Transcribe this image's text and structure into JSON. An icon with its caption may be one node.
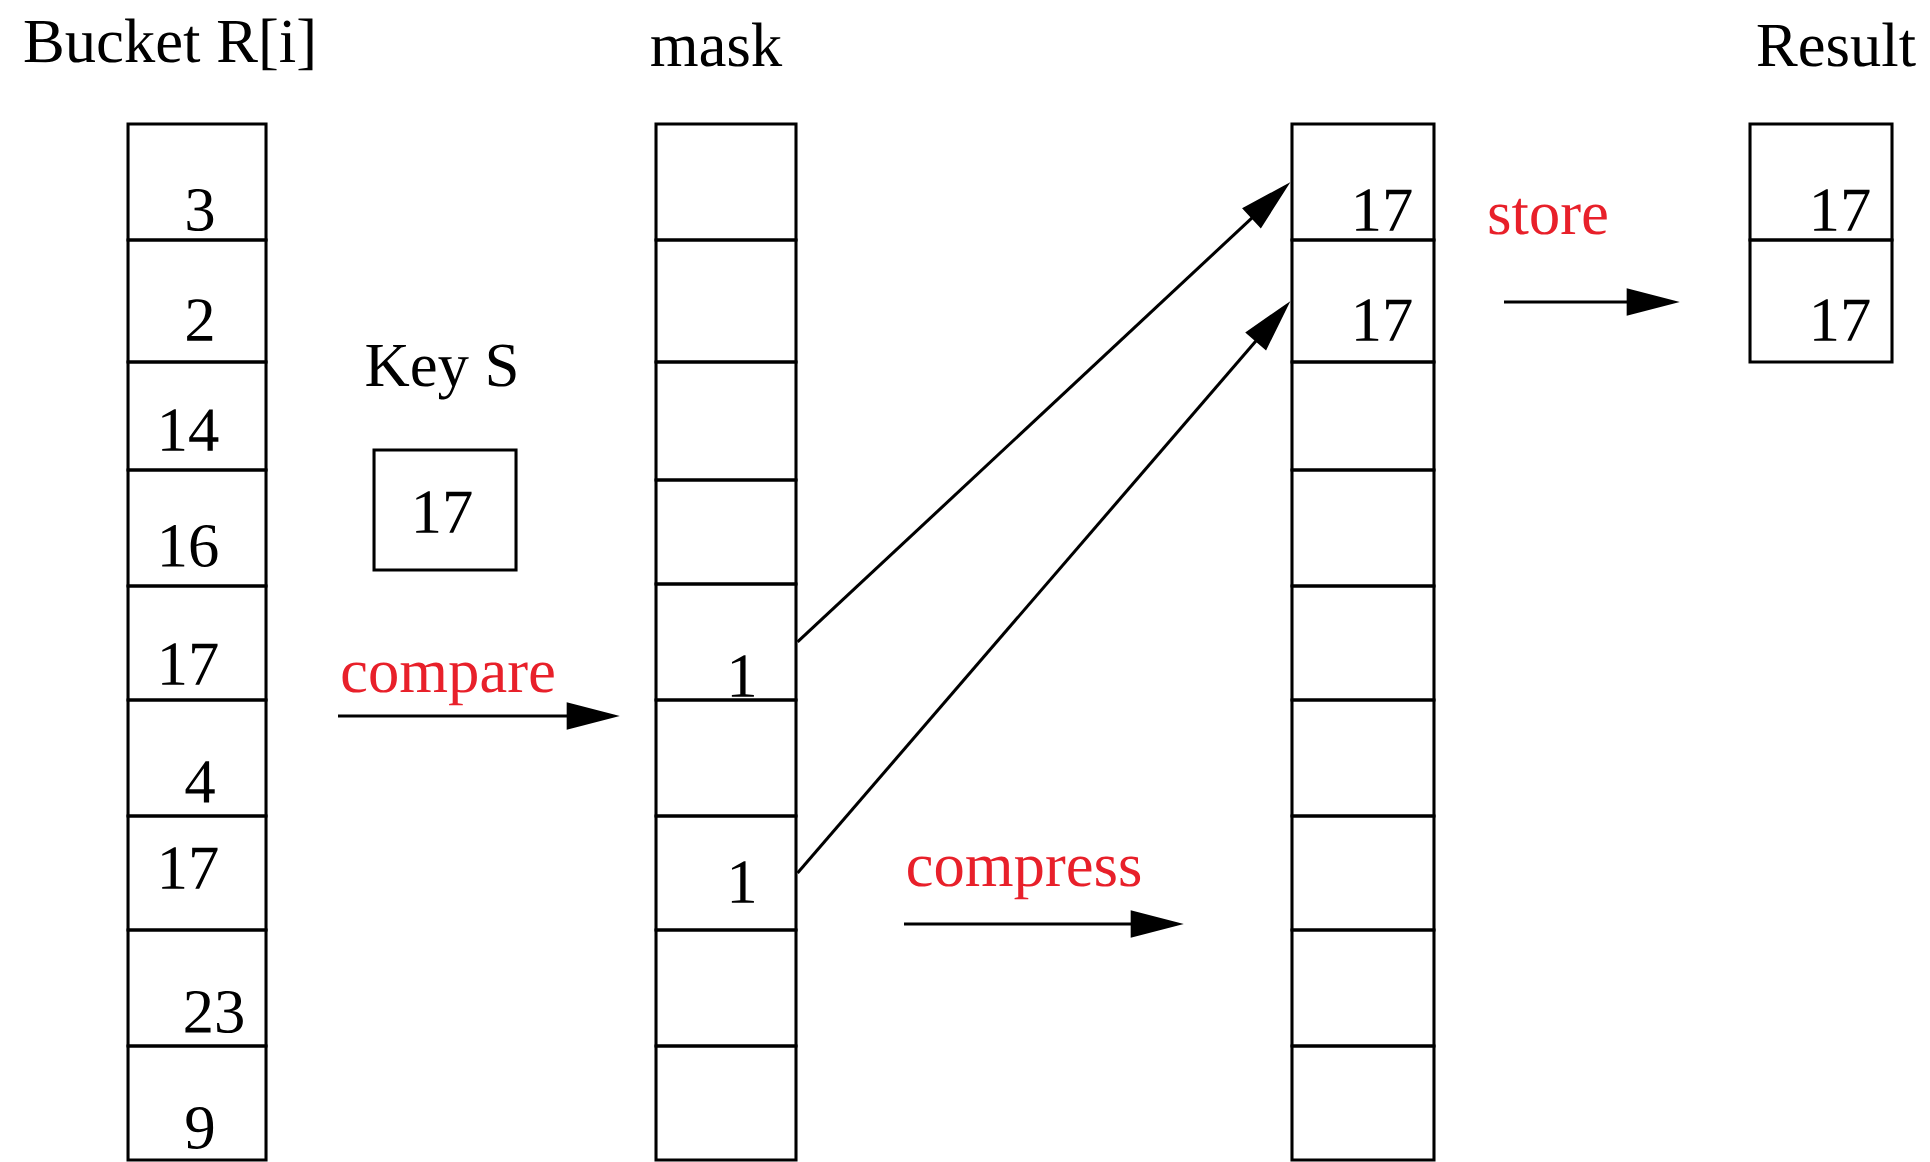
{
  "diagram": {
    "nodes": [
      {
        "text": [
          "3"
        ]
      },
      {
        "text": [
          "2"
        ]
      },
      {
        "text": [
          "14"
        ]
      },
      {
        "text": [
          "16"
        ]
      },
      {
        "text": [
          "17"
        ]
      },
      {
        "text": [
          "4"
        ]
      },
      {
        "text": [
          "17"
        ]
      },
      {
        "text": [
          "23"
        ]
      },
      {
        "text": [
          "9"
        ]
      },
      {
        "text": [
          "Key S",
          "17"
        ]
      },
      {
        "text": [],
        "shape": "box"
      },
      {
        "text": [],
        "shape": "box"
      },
      {
        "text": [],
        "shape": "box"
      },
      {
        "text": [],
        "shape": "box"
      },
      {
        "text": [
          "1"
        ]
      },
      {
        "text": [],
        "shape": "box"
      },
      {
        "text": [
          "1"
        ]
      },
      {
        "text": [],
        "shape": "box"
      },
      {
        "text": [],
        "shape": "box"
      },
      {
        "text": [
          "17"
        ]
      },
      {
        "text": [
          "17"
        ]
      },
      {
        "text": [],
        "shape": "box"
      },
      {
        "text": [],
        "shape": "box"
      },
      {
        "text": [],
        "shape": "box"
      },
      {
        "text": [],
        "shape": "box"
      },
      {
        "text": [],
        "shape": "box"
      },
      {
        "text": [],
        "shape": "box"
      },
      {
        "text": [],
        "shape": "box"
      },
      {
        "text": [
          "17"
        ]
      },
      {
        "text": [
          "17"
        ]
      }
    ],
    "edges": [
      {
        "from": 14,
        "to": 19,
        "arrow": "to"
      },
      {
        "from": 16,
        "to": 20,
        "arrow": "to"
      }
    ],
    "labels": [
      "Bucket R[i]",
      "mask",
      "Result",
      "store",
      "compare",
      "compress"
    ]
  }
}
